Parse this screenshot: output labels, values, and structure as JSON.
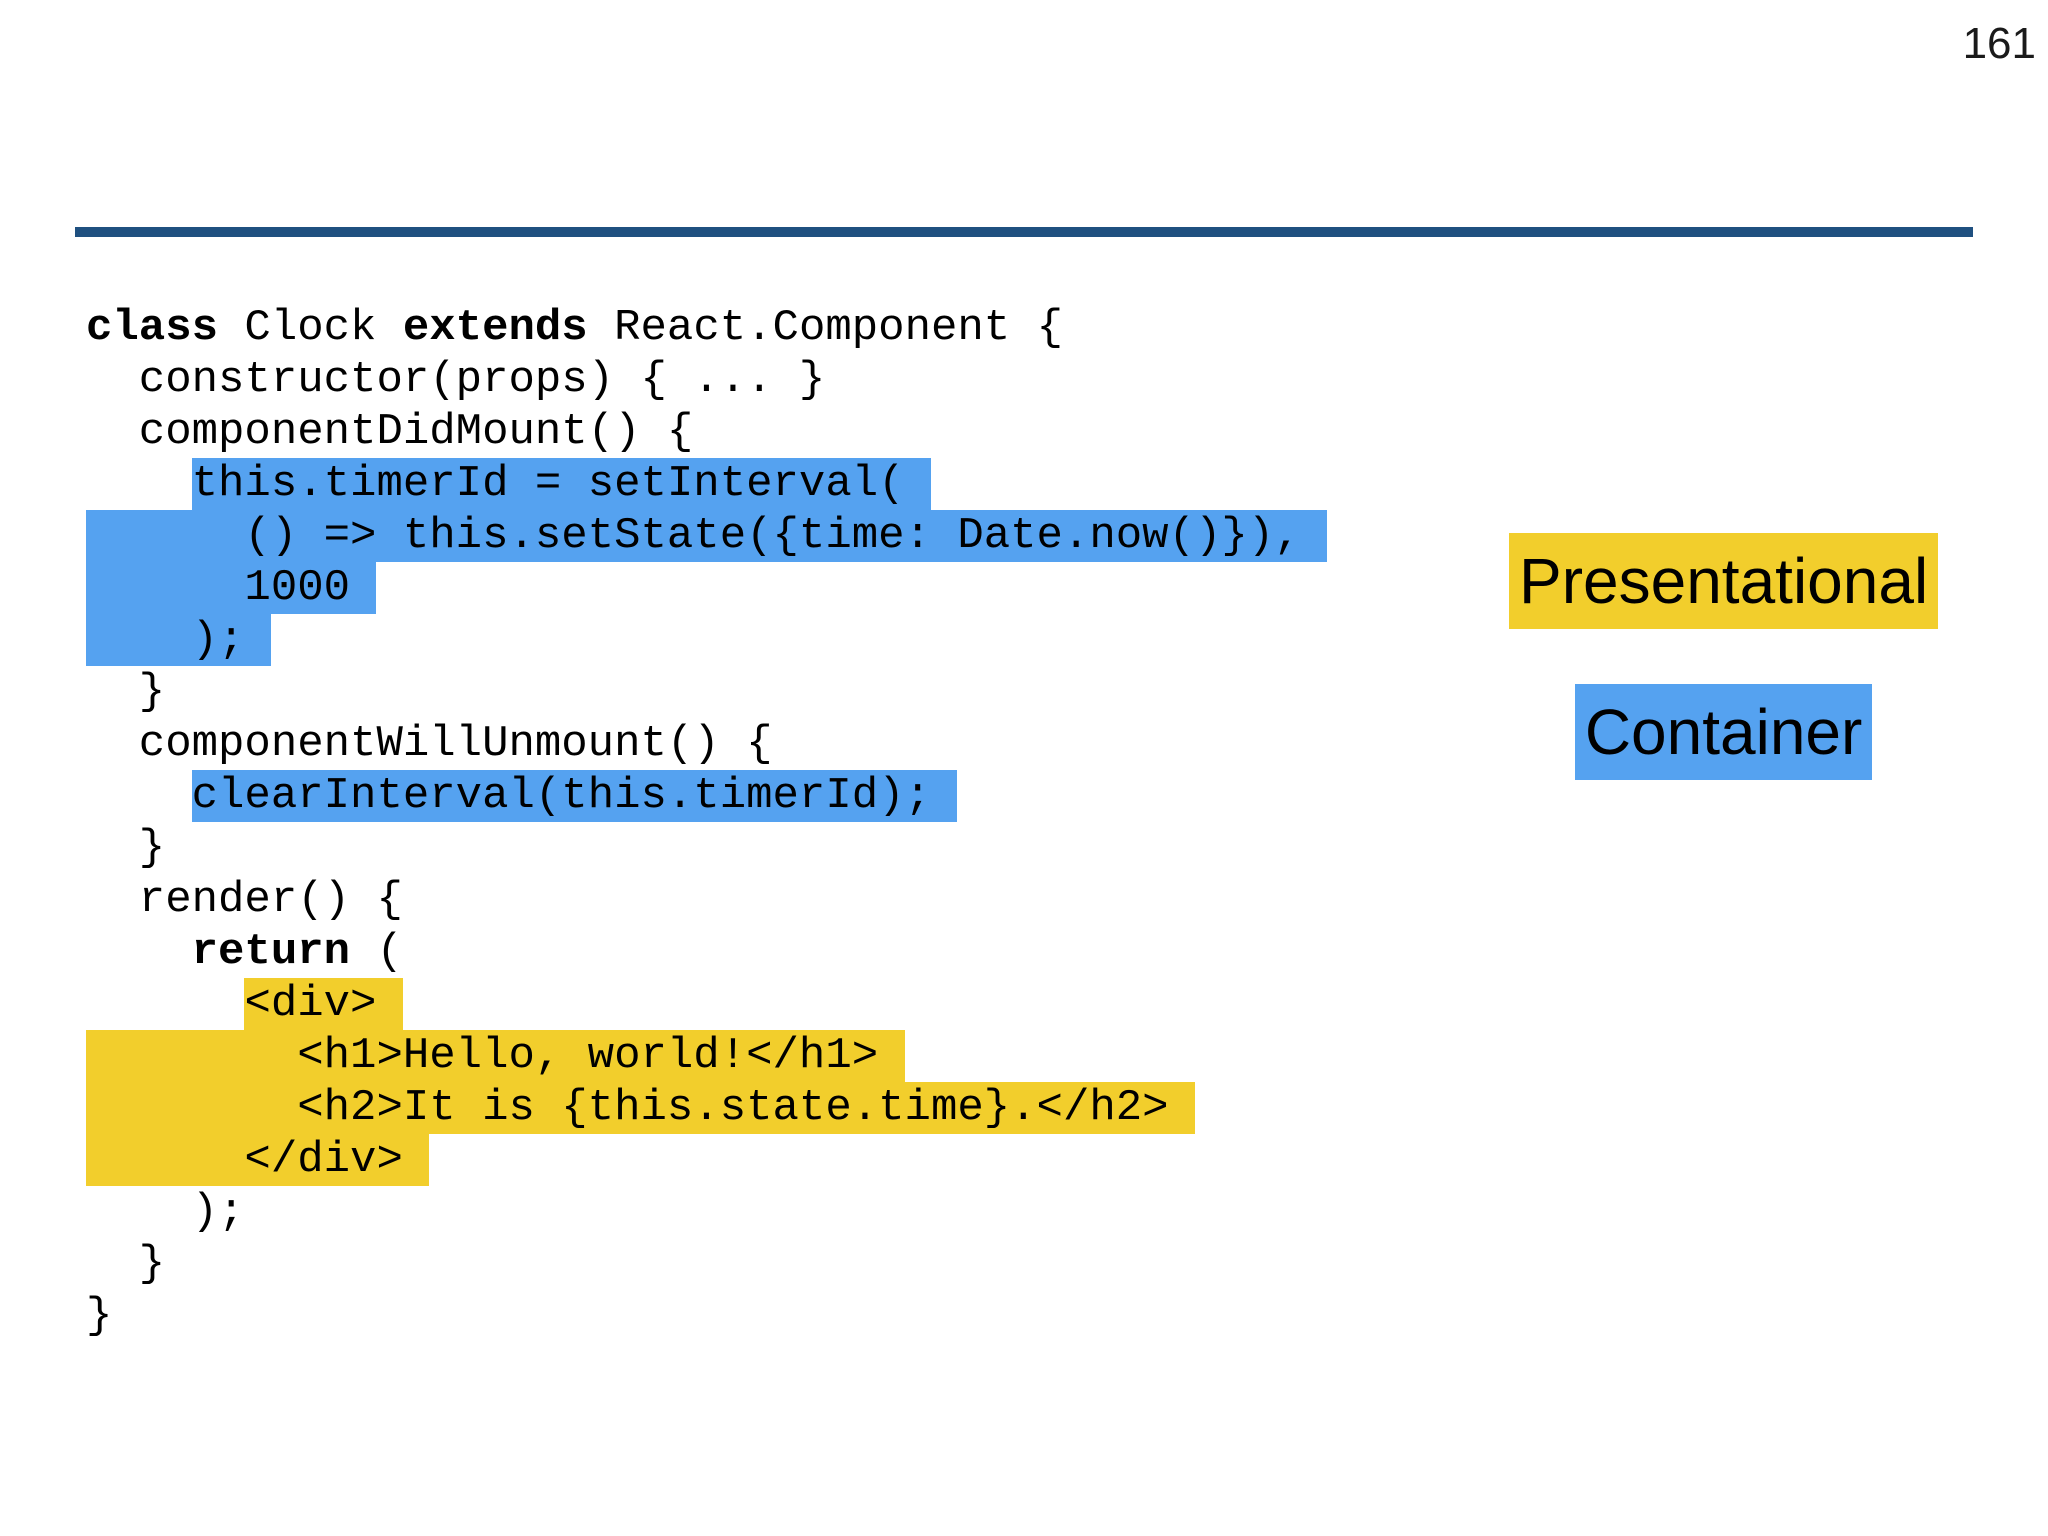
{
  "page": {
    "number": "161"
  },
  "colors": {
    "divider": "#1F5080",
    "blue_highlight": "#55A2F0",
    "yellow_highlight": "#F2CE2C",
    "text": "#000000",
    "background": "#FFFFFF"
  },
  "labels": [
    {
      "text": "Presentational",
      "highlight": "yellow"
    },
    {
      "text": "Container",
      "highlight": "blue"
    }
  ],
  "code": {
    "language": "jsx",
    "lines": [
      [
        {
          "t": "class",
          "s": "bold"
        },
        {
          "t": " Clock ",
          "s": "plain"
        },
        {
          "t": "extends",
          "s": "bold"
        },
        {
          "t": " React.Component {",
          "s": "plain"
        }
      ],
      [
        {
          "t": "  constructor(props) { ... }",
          "s": "plain"
        }
      ],
      [
        {
          "t": "  componentDidMount() {",
          "s": "plain"
        }
      ],
      [
        {
          "t": "    ",
          "s": "plain"
        },
        {
          "t": "this.timerId = setInterval( ",
          "s": "blue"
        }
      ],
      [
        {
          "t": "      () => this.setState({time: Date.now()}), ",
          "s": "blue"
        }
      ],
      [
        {
          "t": "      1000 ",
          "s": "blue"
        }
      ],
      [
        {
          "t": "    ); ",
          "s": "blue"
        }
      ],
      [
        {
          "t": "  }",
          "s": "plain"
        }
      ],
      [
        {
          "t": "  componentWillUnmount() {",
          "s": "plain"
        }
      ],
      [
        {
          "t": "    ",
          "s": "plain"
        },
        {
          "t": "clearInterval(this.timerId); ",
          "s": "blue"
        }
      ],
      [
        {
          "t": "  }",
          "s": "plain"
        }
      ],
      [
        {
          "t": "  render() {",
          "s": "plain"
        }
      ],
      [
        {
          "t": "    ",
          "s": "plain"
        },
        {
          "t": "return",
          "s": "bold"
        },
        {
          "t": " (",
          "s": "plain"
        }
      ],
      [
        {
          "t": "      ",
          "s": "plain"
        },
        {
          "t": "<div> ",
          "s": "yellow"
        }
      ],
      [
        {
          "t": "        <h1>Hello, world!</h1> ",
          "s": "yellow"
        }
      ],
      [
        {
          "t": "        <h2>It is {this.state.time}.</h2> ",
          "s": "yellow"
        }
      ],
      [
        {
          "t": "      </div> ",
          "s": "yellow"
        }
      ],
      [
        {
          "t": "    );",
          "s": "plain"
        }
      ],
      [
        {
          "t": "  }",
          "s": "plain"
        }
      ],
      [
        {
          "t": "}",
          "s": "plain"
        }
      ]
    ]
  }
}
